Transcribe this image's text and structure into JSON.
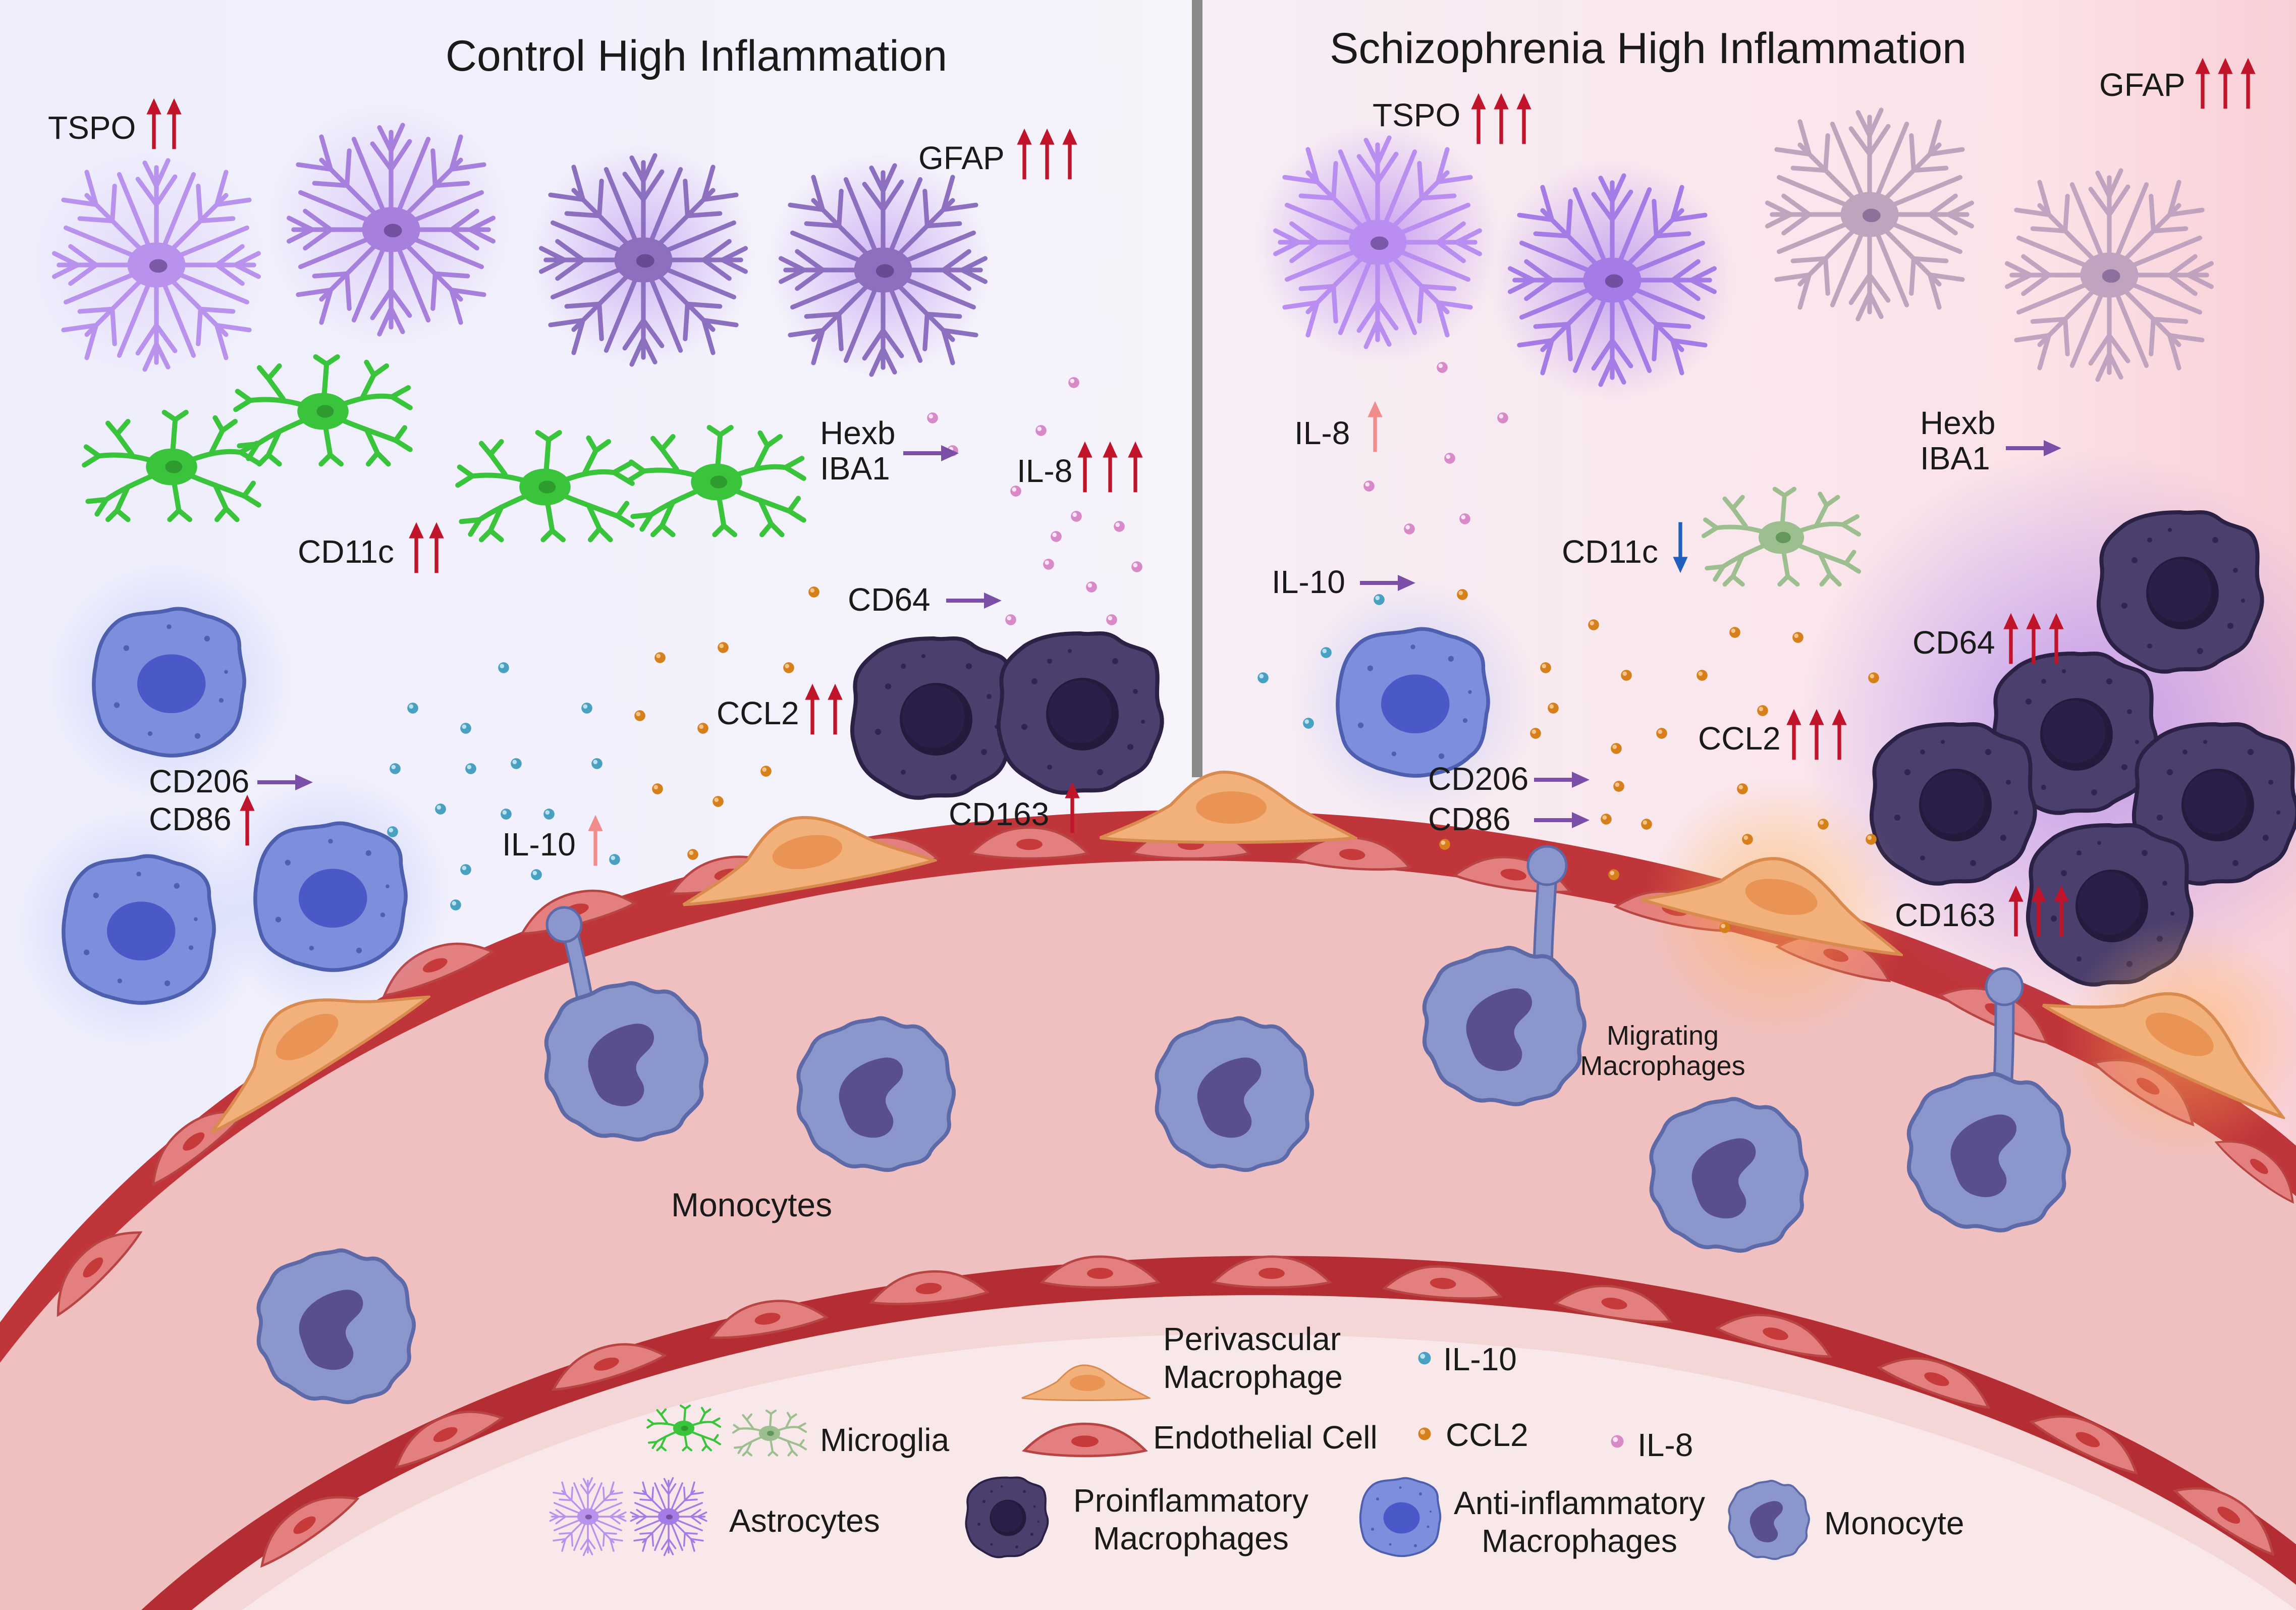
{
  "titles": {
    "left": "Control High Inflammation",
    "right": "Schizophrenia High Inflammation"
  },
  "left_panel": {
    "tspo": "TSPO",
    "tspo_level": "↑↑",
    "gfap": "GFAP",
    "gfap_level": "↑↑↑",
    "hexb": "Hexb",
    "iba1": "IBA1",
    "hexb_iba1_level": "→",
    "il8": "IL-8",
    "il8_level": "↑↑↑",
    "cd11c": "CD11c",
    "cd11c_level": "↑↑",
    "cd64": "CD64",
    "cd64_level": "→",
    "ccl2": "CCL2",
    "ccl2_level": "↑↑",
    "cd163": "CD163",
    "cd163_level": "↑",
    "cd206": "CD206",
    "cd206_level": "→",
    "cd86": "CD86",
    "cd86_level": "↑",
    "il10": "IL-10",
    "il10_level": "↑ (light)",
    "monocytes_label": "Monocytes"
  },
  "right_panel": {
    "tspo": "TSPO",
    "tspo_level": "↑↑↑",
    "gfap": "GFAP",
    "gfap_level": "↑↑↑",
    "il8": "IL-8",
    "il8_level": "↑ (light)",
    "hexb": "Hexb",
    "iba1": "IBA1",
    "hexb_iba1_level": "→",
    "il10": "IL-10",
    "il10_level": "→",
    "cd11c": "CD11c",
    "cd11c_level": "↓",
    "cd64": "CD64",
    "cd64_level": "↑↑↑",
    "ccl2": "CCL2",
    "ccl2_level": "↑↑↑",
    "cd206": "CD206",
    "cd206_level": "→",
    "cd86": "CD86",
    "cd86_level": "→",
    "cd163": "CD163",
    "cd163_level": "↑↑↑",
    "migrating_line1": "Migrating",
    "migrating_line2": "Macrophages"
  },
  "legend": {
    "perivascular_line1": "Perivascular",
    "perivascular_line2": "Macrophage",
    "il10": "IL-10",
    "microglia": "Microglia",
    "endothelial": "Endothelial Cell",
    "ccl2": "CCL2",
    "il8": "IL-8",
    "astrocytes": "Astrocytes",
    "proinflammatory_line1": "Proinflammatory",
    "proinflammatory_line2": "Macrophages",
    "antiinflammatory_line1": "Anti-inflammatory",
    "antiinflammatory_line2": "Macrophages",
    "monocyte": "Monocyte"
  },
  "colors": {
    "up_arrow": "#c0142a",
    "up_arrow_light": "#f08c8c",
    "side_arrow": "#7b4fa8",
    "down_arrow": "#1f5fbf",
    "vessel_wall": "#b42d33",
    "vessel_lumen": "#f3c3c3",
    "il10_dot": "#4aa0c0",
    "ccl2_dot": "#d6801c",
    "il8_dot": "#d88ac8",
    "microglia_active": "#39c43c",
    "microglia_resting": "#9dbf8f",
    "astrocyte": "#a77fdc",
    "proinflammatory": "#4b3f6e",
    "antiinflammatory": "#7d8fdc",
    "monocyte": "#8a96cc",
    "perivascular": "#f2b07a"
  },
  "icons": {
    "arrows": [
      "up-arrow",
      "right-arrow",
      "down-arrow"
    ],
    "cells": [
      "astrocyte",
      "microglia",
      "proinflammatory-macrophage",
      "antiinflammatory-macrophage",
      "monocyte",
      "perivascular-macrophage",
      "endothelial-cell"
    ]
  }
}
